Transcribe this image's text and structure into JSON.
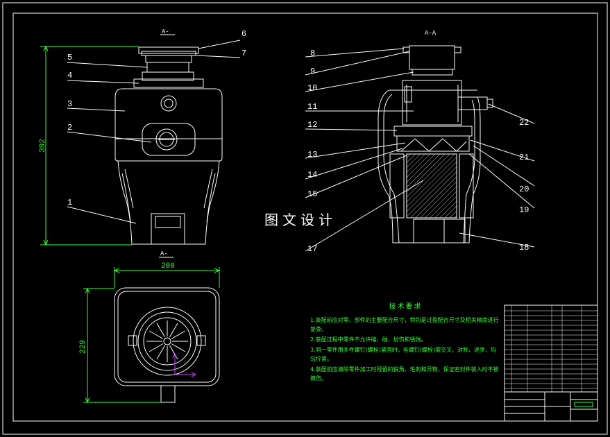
{
  "callouts": {
    "left": [
      "6",
      "7",
      "5",
      "4",
      "3",
      "2",
      "1"
    ],
    "section": [
      "8",
      "9",
      "10",
      "11",
      "12",
      "13",
      "14",
      "15",
      "17",
      "22",
      "21",
      "20",
      "19",
      "18"
    ]
  },
  "view_labels": {
    "front": "A-",
    "section": "A-A",
    "top": "A-"
  },
  "dimensions": {
    "height": "392",
    "width": "200",
    "depth": "229"
  },
  "watermark": "图文设计",
  "tech_notes": {
    "title": "技术要求",
    "items": [
      "1.装配前应对零、部件的主要配合尺寸，特别是过盈配合尺寸及相关精度进行复查。",
      "2.装配过程中零件不允许磕、碰、划伤和锈蚀。",
      "3.同一零件用多件螺钉(螺栓)紧固时，各螺钉(螺栓)需交叉、对称、逐步、均匀拧紧。",
      "4.装配前应清除零件加工时残留的锐角、毛刺和异物，保证密封件装入时不被擦伤。"
    ]
  },
  "colors": {
    "line": "#ffffff",
    "dimension": "#33ff33",
    "section_fill": "#cfcfcf",
    "background": "#000000"
  }
}
